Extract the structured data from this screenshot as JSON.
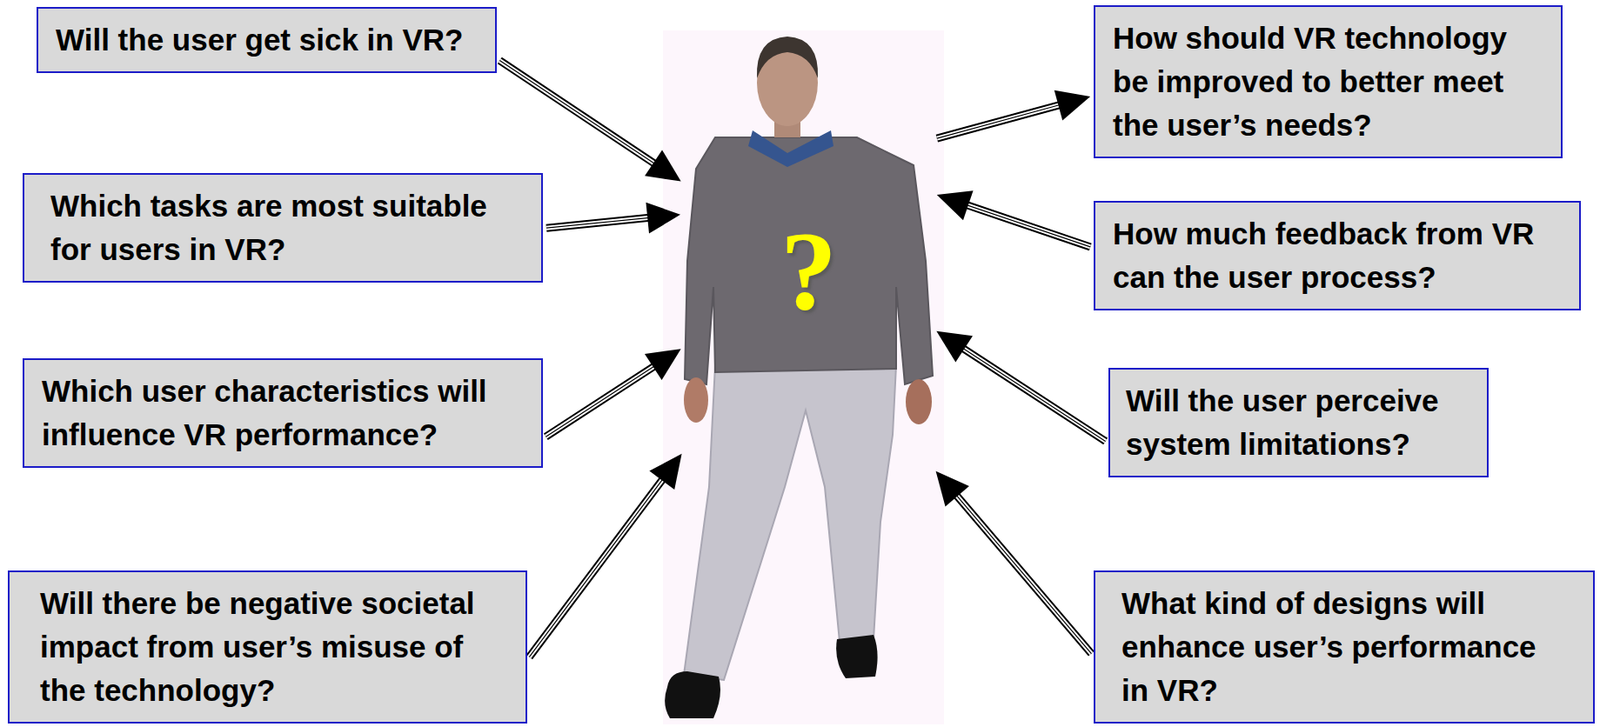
{
  "diagram": {
    "nodes": [
      {
        "text": [
          "Will the user get sick in VR?"
        ]
      },
      {
        "text": [
          "How should VR technology be improved to better meet the user’s needs?"
        ]
      },
      {
        "text": [
          "Which tasks are most suitable for users in VR?"
        ]
      },
      {
        "text": [
          "How much feedback from VR can the user process?"
        ]
      },
      {
        "text": [
          "Which user characteristics will influence VR performance?"
        ]
      },
      {
        "text": [
          "Will the user perceive system limitations?"
        ]
      },
      {
        "text": [
          "Will there be negative societal impact from user’s misuse of the technology?"
        ]
      },
      {
        "text": [
          "What kind of designs will enhance user’s performance in VR?"
        ]
      },
      {
        "text": [
          "?"
        ]
      }
    ],
    "edges": [
      {
        "from": 0,
        "to": 8,
        "arrow": "to"
      },
      {
        "from": 8,
        "to": 1,
        "arrow": "to"
      },
      {
        "from": 2,
        "to": 8,
        "arrow": "to"
      },
      {
        "from": 3,
        "to": 8,
        "arrow": "to"
      },
      {
        "from": 4,
        "to": 8,
        "arrow": "to"
      },
      {
        "from": 5,
        "to": 8,
        "arrow": "to"
      },
      {
        "from": 6,
        "to": 8,
        "arrow": "to"
      },
      {
        "from": 7,
        "to": 8,
        "arrow": "to"
      }
    ]
  }
}
